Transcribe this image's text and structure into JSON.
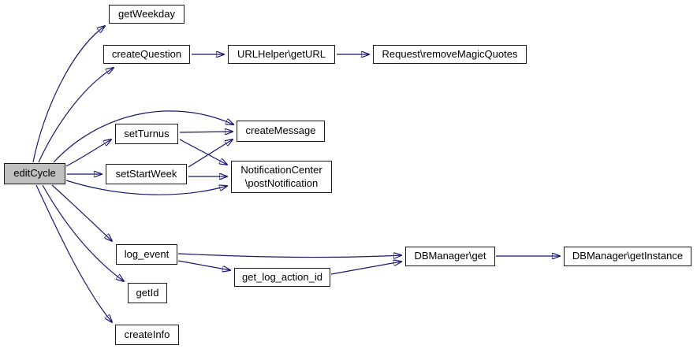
{
  "diagram": {
    "type": "call-graph",
    "root": "editCycle",
    "colors": {
      "edge": "#191970",
      "node_border": "#1a1a1a",
      "node_fill": "#ffffff",
      "root_fill": "#bfbfbf",
      "background": "#ffffff"
    },
    "nodes": {
      "editCycle": {
        "label": "editCycle"
      },
      "getWeekday": {
        "label": "getWeekday"
      },
      "createQuestion": {
        "label": "createQuestion"
      },
      "getURL": {
        "label": "URLHelper\\getURL"
      },
      "removeMagicQuotes": {
        "label": "Request\\removeMagicQuotes"
      },
      "setTurnus": {
        "label": "setTurnus"
      },
      "createMessage": {
        "label": "createMessage"
      },
      "setStartWeek": {
        "label": "setStartWeek"
      },
      "postNotification": {
        "label": "NotificationCenter\n\\postNotification"
      },
      "logEvent": {
        "label": "log_event"
      },
      "getLogActionId": {
        "label": "get_log_action_id"
      },
      "getId": {
        "label": "getId"
      },
      "createInfo": {
        "label": "createInfo"
      },
      "dbGet": {
        "label": "DBManager\\get"
      },
      "dbGetInstance": {
        "label": "DBManager\\getInstance"
      }
    },
    "edges": [
      {
        "from": "editCycle",
        "to": "getWeekday"
      },
      {
        "from": "editCycle",
        "to": "createQuestion"
      },
      {
        "from": "editCycle",
        "to": "createMessage"
      },
      {
        "from": "editCycle",
        "to": "setTurnus"
      },
      {
        "from": "editCycle",
        "to": "setStartWeek"
      },
      {
        "from": "editCycle",
        "to": "postNotification"
      },
      {
        "from": "editCycle",
        "to": "logEvent"
      },
      {
        "from": "editCycle",
        "to": "getId"
      },
      {
        "from": "editCycle",
        "to": "createInfo"
      },
      {
        "from": "createQuestion",
        "to": "getURL"
      },
      {
        "from": "getURL",
        "to": "removeMagicQuotes"
      },
      {
        "from": "setTurnus",
        "to": "createMessage"
      },
      {
        "from": "setTurnus",
        "to": "postNotification"
      },
      {
        "from": "setStartWeek",
        "to": "createMessage"
      },
      {
        "from": "setStartWeek",
        "to": "postNotification"
      },
      {
        "from": "logEvent",
        "to": "dbGet"
      },
      {
        "from": "logEvent",
        "to": "getLogActionId"
      },
      {
        "from": "getLogActionId",
        "to": "dbGet"
      },
      {
        "from": "dbGet",
        "to": "dbGetInstance"
      }
    ]
  }
}
